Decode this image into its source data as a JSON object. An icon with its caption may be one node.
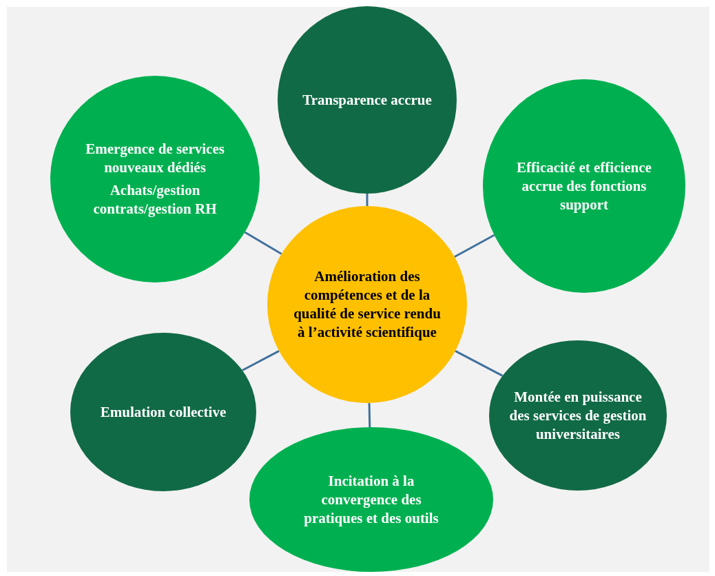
{
  "diagram": {
    "nodes": [
      {
        "text": [
          "Transparence accrue"
        ]
      },
      {
        "text": [
          "Emergence de services nouveaux dédiés",
          "Achats/gestion contrats/gestion RH"
        ]
      },
      {
        "text": [
          "Efficacité et efficience accrue des  fonctions support"
        ]
      },
      {
        "text": [
          "Amélioration des compétences et de la qualité de service rendu à l’activité scientifique"
        ]
      },
      {
        "text": [
          "Emulation collective"
        ]
      },
      {
        "text": [
          "Montée en puissance des services de gestion universitaires"
        ]
      },
      {
        "text": [
          "Incitation à la convergence des pratiques et des outils"
        ]
      }
    ],
    "edges": [
      {
        "from": 3,
        "to": 0,
        "arrow": "none"
      },
      {
        "from": 3,
        "to": 1,
        "arrow": "none"
      },
      {
        "from": 3,
        "to": 2,
        "arrow": "none"
      },
      {
        "from": 3,
        "to": 4,
        "arrow": "none"
      },
      {
        "from": 3,
        "to": 5,
        "arrow": "none"
      },
      {
        "from": 3,
        "to": 6,
        "arrow": "none"
      }
    ]
  }
}
